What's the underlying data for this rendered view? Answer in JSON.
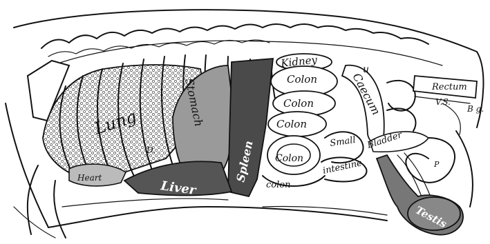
{
  "labels": {
    "kidney": "Kidney",
    "colon_1": "Colon",
    "caecum": "Caecum",
    "u": "u",
    "rectum": "Rectum",
    "vs": "V.S.",
    "bg": "B g.",
    "lung": "Lung",
    "stomach": "Stomach",
    "colon_2": "Colon",
    "colon_3": "Colon",
    "small": "Small",
    "intestine": "intestine",
    "bladder": "Bladder",
    "p": "P",
    "d": "D.",
    "colon_4": "Colon",
    "colon_5": "colon",
    "spleen": "Spleen",
    "liver": "Liver",
    "heart": "Heart",
    "testis": "Testis"
  },
  "colors": {
    "ink": "#111111",
    "organ_dark": "#555555",
    "organ_mid": "#8a8a8a",
    "background": "#ffffff"
  }
}
